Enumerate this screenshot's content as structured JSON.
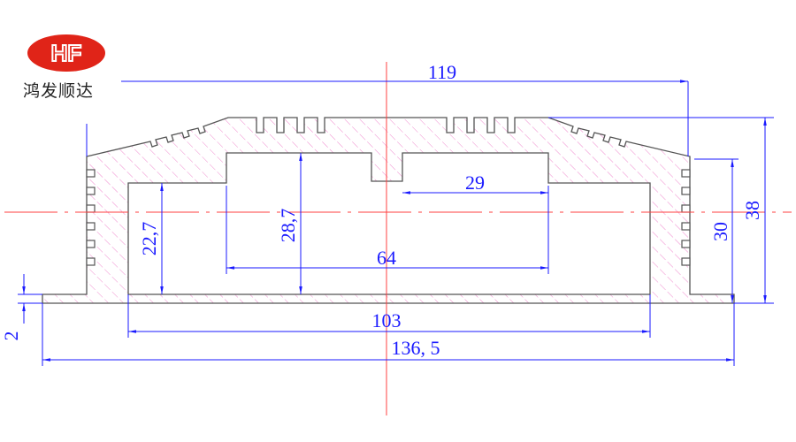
{
  "brand": {
    "logo_text": "HF",
    "name": "鸿发顺达",
    "logo_color": "#e02418"
  },
  "dimensions": {
    "top_width": "119",
    "total_height": "38",
    "wall_height": "30",
    "center_slot_width": "29",
    "inner_top_width": "64",
    "inner_center_height": "28,7",
    "inner_side_height": "22,7",
    "inner_width": "103",
    "base_width": "136, 5",
    "base_thickness": "2"
  },
  "colors": {
    "dimension": "#1a1aff",
    "centerline": "#ff4040",
    "hatch": "#f08ccf",
    "outline": "#555555"
  }
}
